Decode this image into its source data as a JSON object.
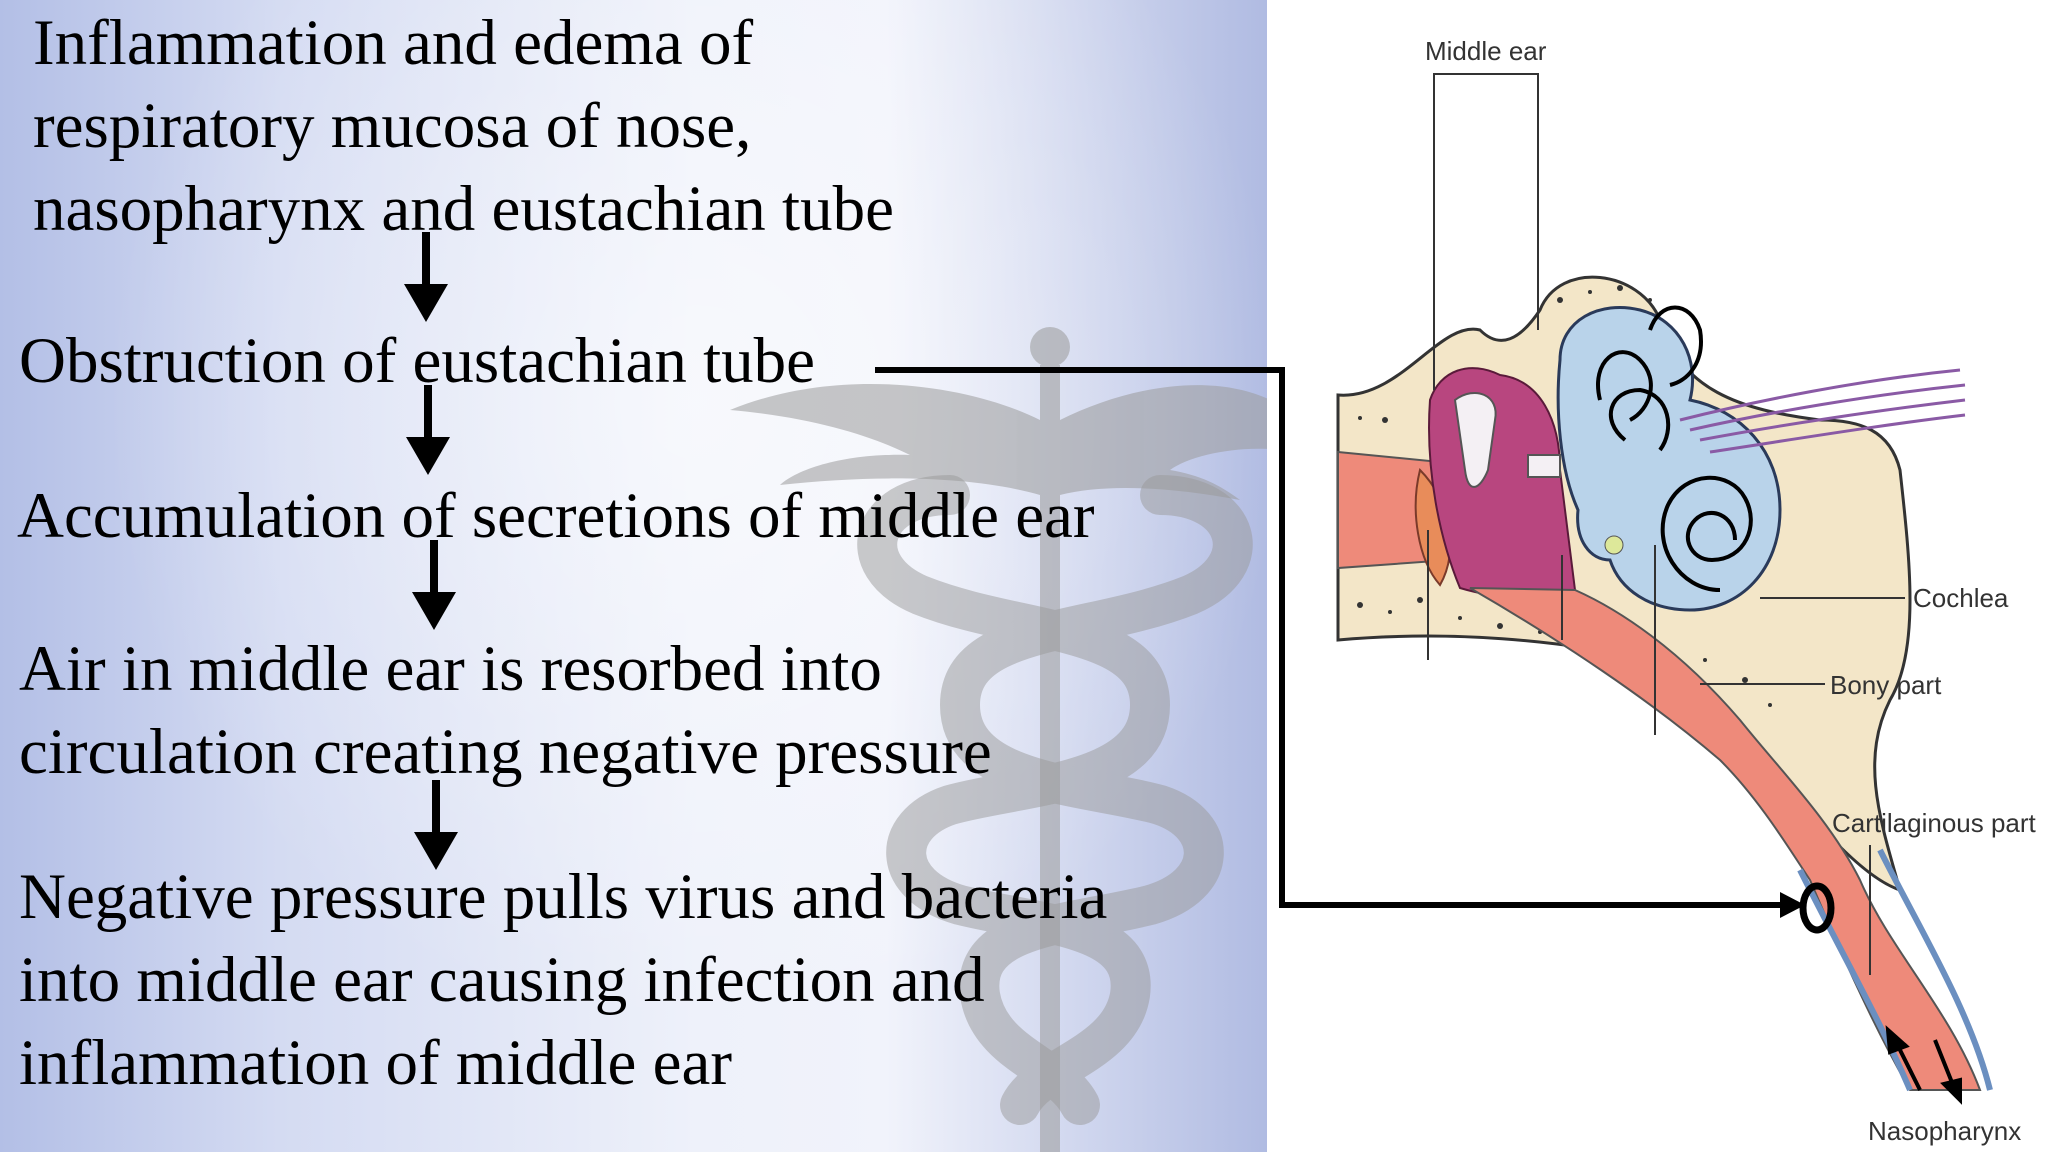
{
  "flowchart": {
    "steps": [
      "Inflammation and edema of\nrespiratory mucosa of nose,\nnasopharynx and eustachian tube",
      "Obstruction of eustachian tube",
      "Accumulation of secretions of middle ear",
      "Air in middle ear is resorbed into\ncirculation creating negative pressure",
      "Negative pressure pulls virus and bacteria\ninto middle ear causing infection and\ninflammation of middle ear"
    ]
  },
  "ear_diagram": {
    "labels": {
      "middle_ear": "Middle ear",
      "cochlea": "Cochlea",
      "bony_part": "Bony part",
      "cartilaginous_part": "Cartilaginous part",
      "nasopharynx": "Nasopharynx"
    }
  },
  "colors": {
    "panel_left": "#b3bfe6",
    "panel_center": "#eef1fa",
    "caduceus": "#9a9a9a",
    "bone": "#f3e6c8",
    "middle_ear_cavity": "#b8467f",
    "canal": "#ee8a7a",
    "inner_ear": "#b9d3ea"
  },
  "icons": [
    "caduceus-icon",
    "down-arrow-icon",
    "connector-arrow-icon"
  ]
}
